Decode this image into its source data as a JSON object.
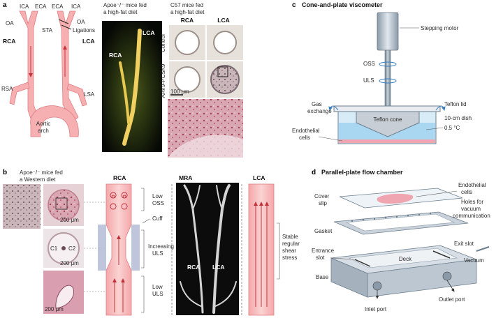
{
  "panel_a": {
    "letter": "a",
    "ica_left": "ICA",
    "eca_left": "ECA",
    "eca_right": "ECA",
    "ica_right": "ICA",
    "oa_left": "OA",
    "oa_right": "OA",
    "sta": "STA",
    "ligations": "Ligations",
    "rca": "RCA",
    "lca": "LCA",
    "rsa": "RSA",
    "lsa": "LSA",
    "aortic_arch_1": "Aortic",
    "aortic_arch_2": "arch",
    "photo_caption_1": "Apoe⁻/⁻ mice fed",
    "photo_caption_2": "a high-fat diet",
    "photo_rca": "RCA",
    "photo_lca": "LCA",
    "c57_caption_1": "C57 mice fed",
    "c57_caption_2": "a high-fat diet",
    "col_rca": "RCA",
    "col_lca": "LCA",
    "row_control": "Control",
    "row_aav": "AAV9-PCSK9",
    "scale": "100 μm"
  },
  "panel_b": {
    "letter": "b",
    "caption_1": "Apoe⁻/⁻ mice fed",
    "caption_2": "a Western diet",
    "scale_1": "200 μm",
    "scale_2": "200 μm",
    "scale_3": "200 μm",
    "c1": "C1",
    "c2": "C2",
    "rca_title": "RCA",
    "low_oss_1": "Low",
    "low_oss_2": "OSS",
    "cuff": "Cuff",
    "increasing_1": "Increasing",
    "increasing_2": "ULS",
    "low_uls_1": "Low",
    "low_uls_2": "ULS",
    "mra_title": "MRA",
    "mra_rca": "RCA",
    "mra_lca": "LCA",
    "lca_title": "LCA",
    "stable_1": "Stable",
    "stable_2": "regular",
    "stable_3": "shear",
    "stable_4": "stress"
  },
  "panel_c": {
    "letter": "c",
    "title": "Cone-and-plate viscometer",
    "stepping_motor": "Stepping motor",
    "oss": "OSS",
    "uls": "ULS",
    "gas_1": "Gas",
    "gas_2": "exchange",
    "teflon_lid": "Teflon lid",
    "teflon_cone": "Teflon cone",
    "dish": "10-cm dish",
    "temp": "0.5 °C",
    "endo_1": "Endothelial",
    "endo_2": "cells"
  },
  "panel_d": {
    "letter": "d",
    "title": "Parallel-plate flow chamber",
    "cover_1": "Cover",
    "cover_2": "slip",
    "endo_1": "Endothelial",
    "endo_2": "cells",
    "holes_1": "Holes for",
    "holes_2": "vacuum",
    "holes_3": "communication",
    "gasket": "Gasket",
    "entrance_1": "Entrance",
    "entrance_2": "slot",
    "exit_slot": "Exit slot",
    "deck": "Deck",
    "vacuum": "Vacuum",
    "base": "Base",
    "outlet": "Outlet port",
    "inlet": "Inlet port"
  }
}
